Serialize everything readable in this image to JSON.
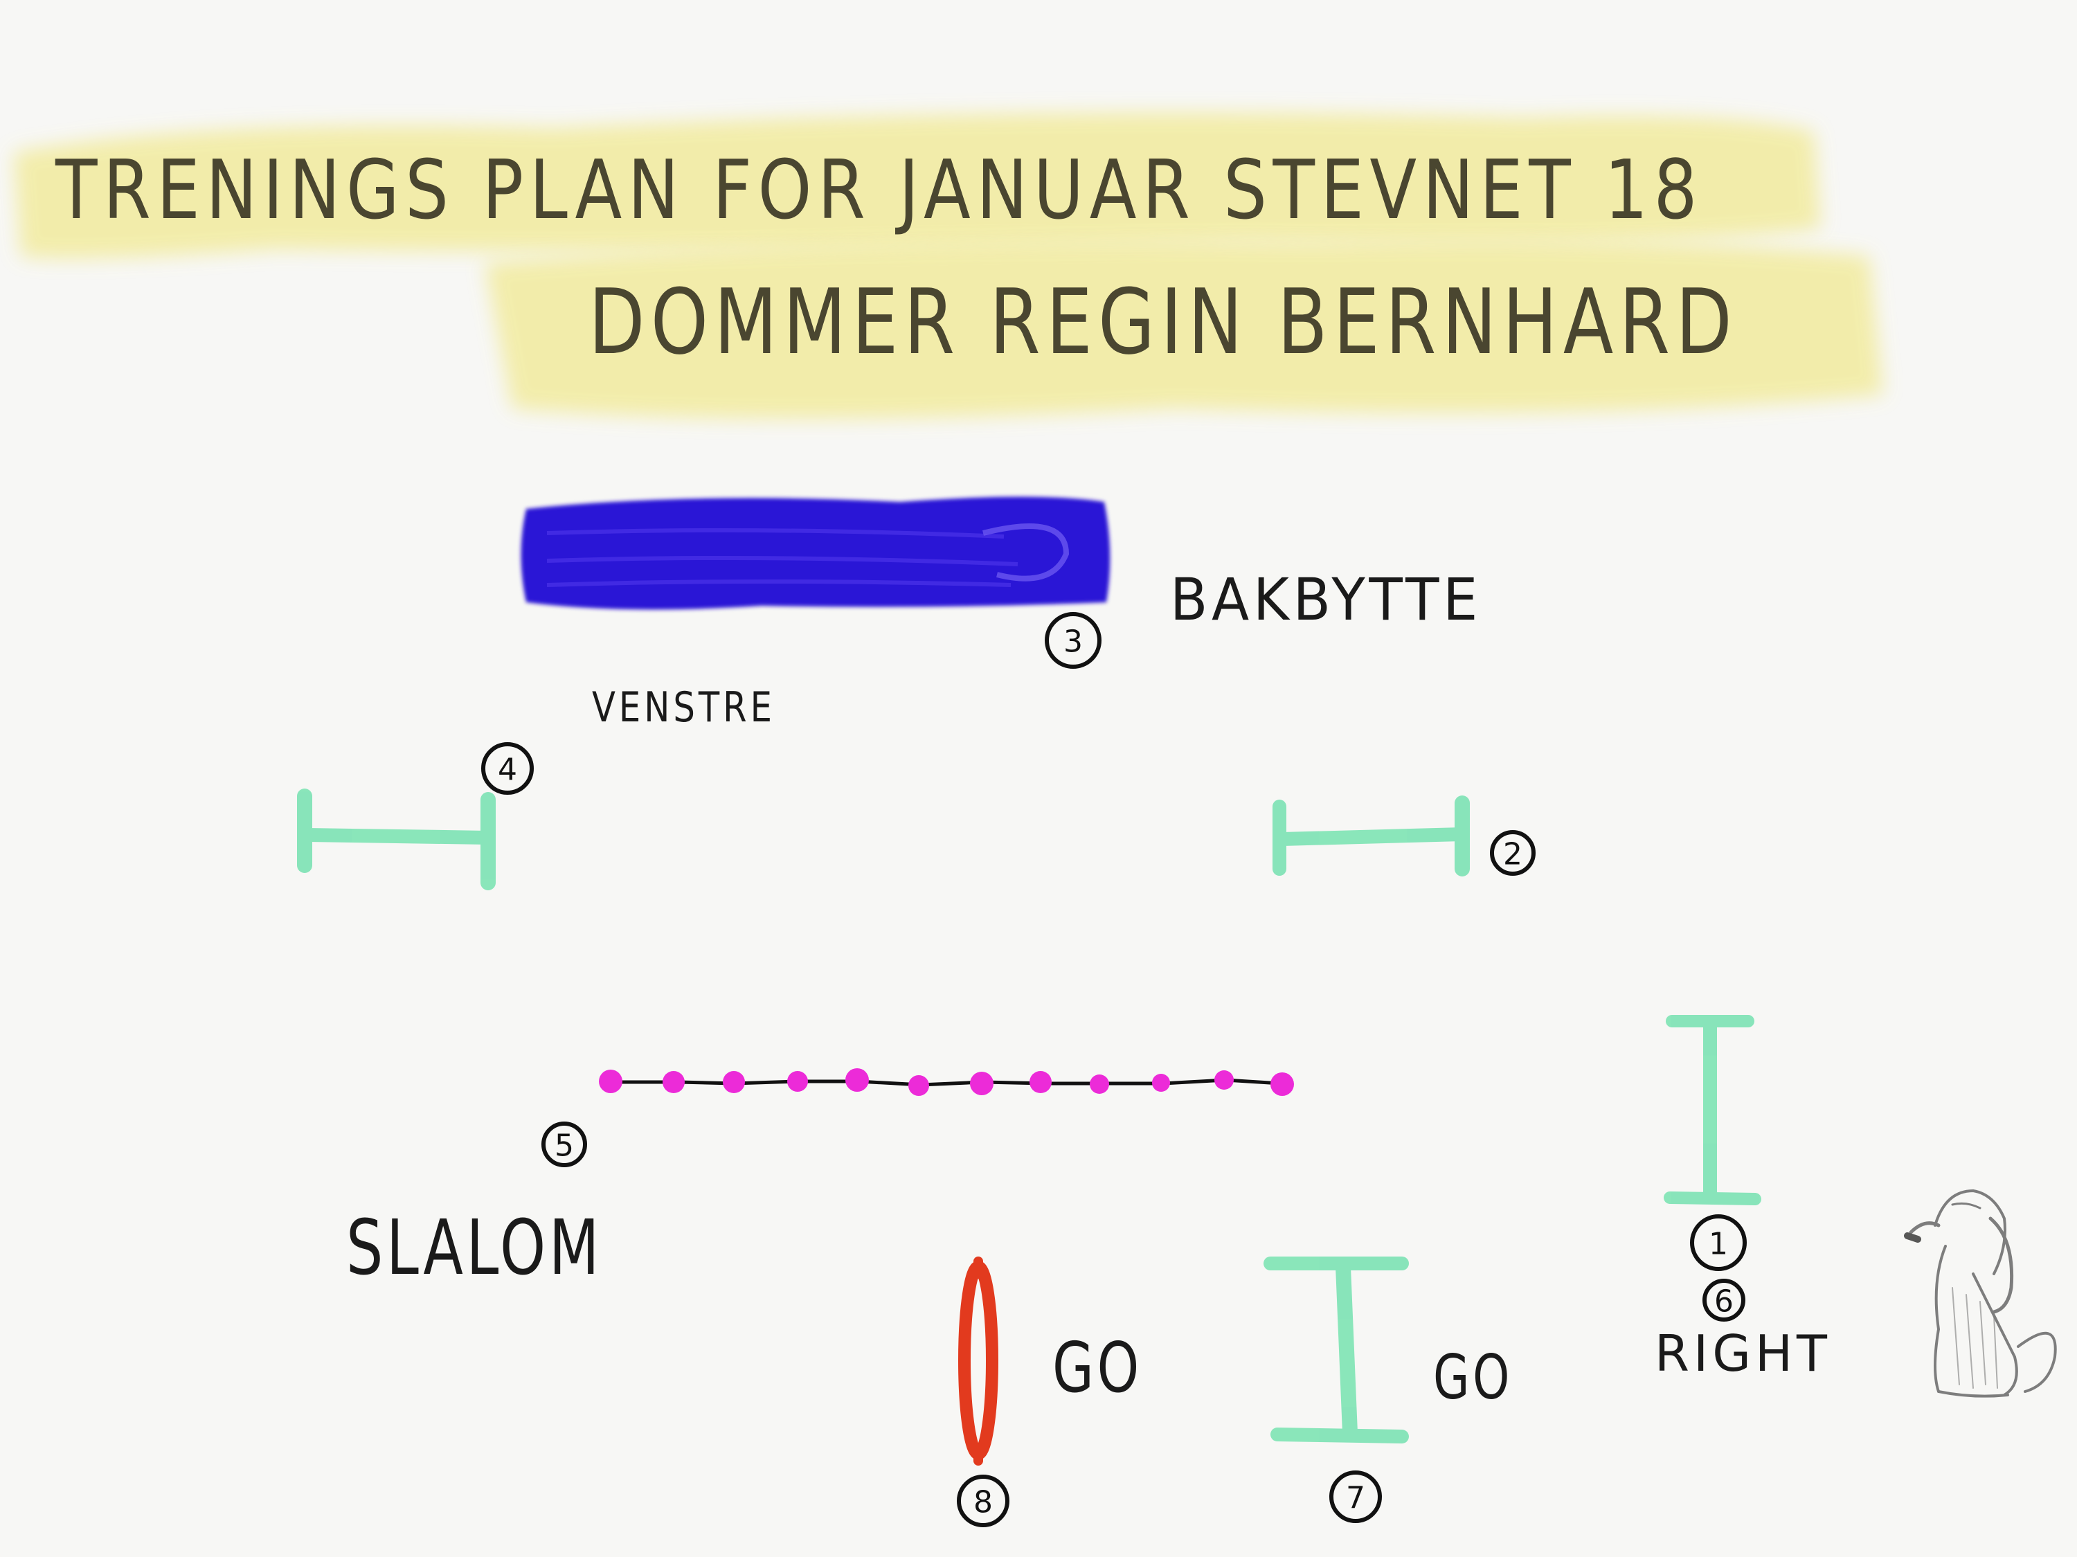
{
  "header": {
    "line1": "TRENINGS PLAN FOR JANUAR STEVNET 18",
    "line2": "DOMMER REGIN BERNHARD"
  },
  "labels": {
    "bakbytte": "BAKBYTTE",
    "venstre": "VENSTRE",
    "slalom": "SLALOM",
    "go_left": "GO",
    "go_right": "GO",
    "right": "RIGHT"
  },
  "numbers": {
    "n1": "1",
    "n2": "2",
    "n3": "3",
    "n4": "4",
    "n5": "5",
    "n6": "6",
    "n7": "7",
    "n8": "8"
  },
  "colors": {
    "highlight": "#f2eb9e",
    "tunnel": "#2a12d6",
    "jump": "#7de3b4",
    "weave_pole": "#ec2bd8",
    "tire": "#e23a1e",
    "ink": "#111111"
  },
  "icons": {
    "dog": "dog-sketch-icon"
  }
}
